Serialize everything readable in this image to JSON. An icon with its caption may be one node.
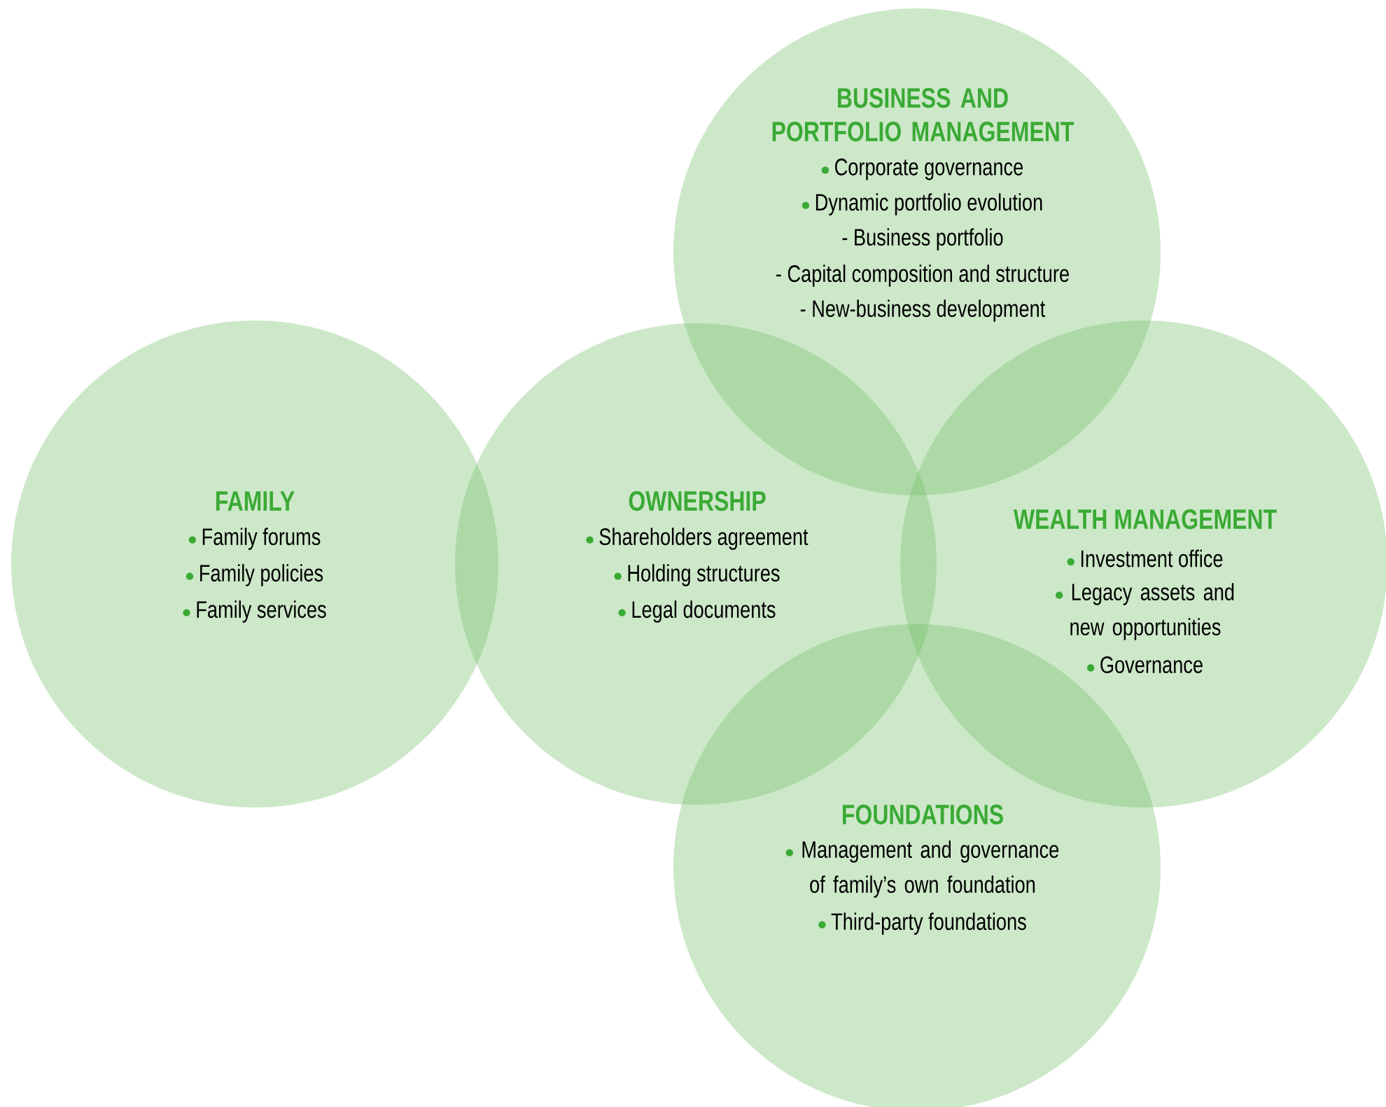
{
  "diagram": {
    "nodes": [
      {
        "text": [
          "FAMILY",
          "Family forums",
          "Family policies",
          "Family services"
        ]
      },
      {
        "text": [
          "OWNERSHIP",
          "Shareholders agreement",
          "Holding structures",
          "Legal documents"
        ]
      },
      {
        "text": [
          "BUSINESS AND PORTFOLIO MANAGEMENT",
          "Corporate governance",
          "Dynamic portfolio evolution",
          "- Business portfolio",
          "- Capital composition and structure",
          "- New-business development"
        ]
      },
      {
        "text": [
          "WEALTH MANAGEMENT",
          "Investment office",
          "Legacy assets and new opportunities",
          "Governance"
        ]
      },
      {
        "text": [
          "FOUNDATIONS",
          "Management and governance of family’s own foundation",
          "Third-party foundations"
        ]
      }
    ]
  }
}
